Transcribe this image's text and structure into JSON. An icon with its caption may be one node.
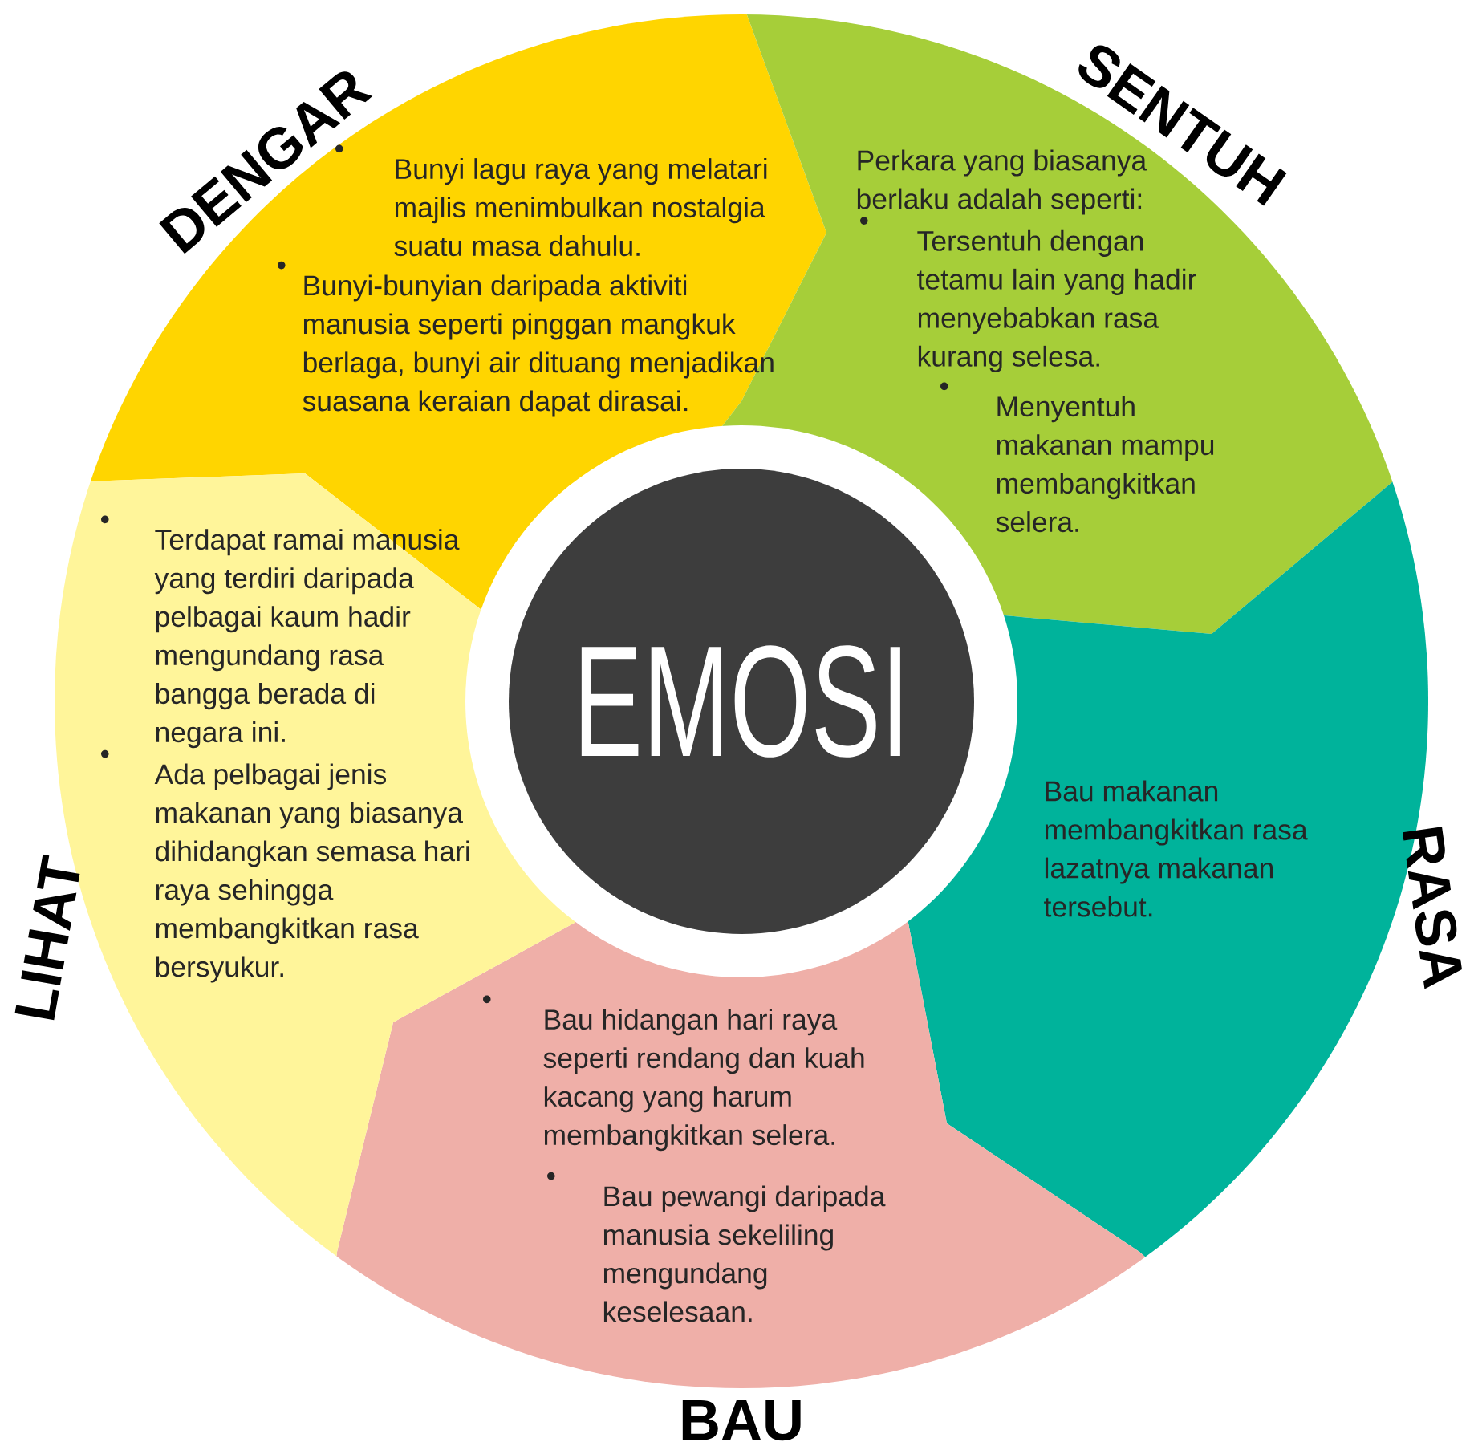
{
  "diagram": {
    "nodes": [
      {
        "text": [
          "EMOSI"
        ]
      },
      {
        "text": [
          "DENGAR",
          "Bunyi lagu raya yang melatari majlis menimbulkan nostalgia suatu masa dahulu.",
          "Bunyi-bunyian daripada aktiviti manusia seperti pinggan mangkuk berlaga, bunyi air dituang menjadikan suasana keraian dapat dirasai."
        ]
      },
      {
        "text": [
          "SENTUH",
          "Perkara yang biasanya berlaku adalah seperti:",
          "Tersentuh dengan tetamu lain yang hadir menyebabkan rasa kurang selesa.",
          "Menyentuh makanan mampu membangkitkan selera."
        ]
      },
      {
        "text": [
          "RASA",
          "Bau makanan membangkitkan rasa lazatnya makanan tersebut."
        ]
      },
      {
        "text": [
          "Bau hidangan hari raya seperti rendang dan kuah kacang yang harum membangkitkan selera.",
          "Bau pewangi daripada manusia sekeliling mengundang keselesaan.",
          "BAU"
        ]
      },
      {
        "text": [
          "LIHAT",
          "Terdapat ramai manusia yang terdiri daripada pelbagai kaum hadir mengundang rasa bangga berada di negara ini.",
          "Ada pelbagai jenis makanan yang biasanya dihidangkan semasa hari raya sehingga membangkitkan rasa bersyukur."
        ]
      }
    ],
    "labels": [
      "•",
      "•",
      "•",
      "•",
      "•",
      "•",
      "•",
      "•"
    ]
  }
}
